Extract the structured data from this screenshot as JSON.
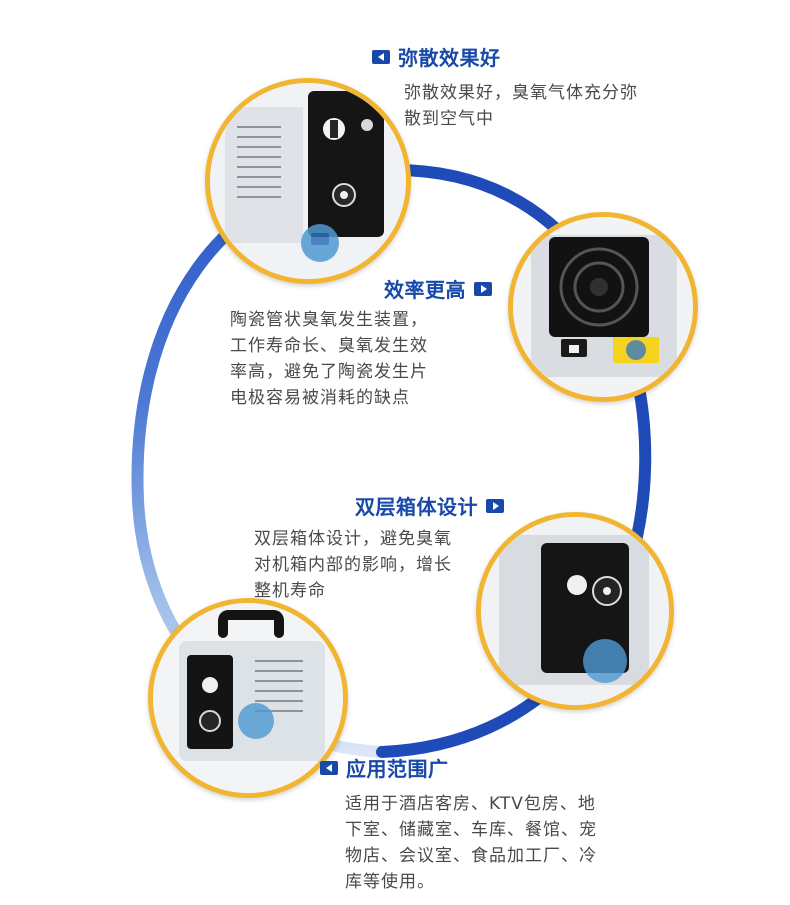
{
  "features": [
    {
      "id": "diffusion",
      "title": "弥散效果好",
      "description": "弥散效果好，臭氧气体充分弥散到空气中",
      "description_lines": [
        "弥散效果好，臭氧气体充分弥",
        "散到空气中"
      ]
    },
    {
      "id": "efficiency",
      "title": "效率更高",
      "description": "陶瓷管状臭氧发生装置，工作寿命长、臭氧发生效率高，避免了陶瓷发生片电极容易被消耗的缺点",
      "description_lines": [
        "陶瓷管状臭氧发生装置，",
        "工作寿命长、臭氧发生效",
        "率高，避免了陶瓷发生片",
        "电极容易被消耗的缺点"
      ]
    },
    {
      "id": "double-layer",
      "title": "双层箱体设计",
      "description": "双层箱体设计，避免臭氧对机箱内部的影响，增长整机寿命",
      "description_lines": [
        "双层箱体设计，避免臭氧",
        "对机箱内部的影响，增长",
        "整机寿命"
      ]
    },
    {
      "id": "application",
      "title": "应用范围广",
      "description": "适用于酒店客房、KTV包房、地下室、储藏室、车库、餐馆、宠物店、会议室、食品加工厂、冷库等使用。",
      "description_lines": [
        "适用于酒店客房、KTV包房、地",
        "下室、储藏室、车库、餐馆、宠",
        "物店、会议室、食品加工厂、冷",
        "库等使用。"
      ]
    }
  ],
  "colors": {
    "title_blue": "#1848a8",
    "ring_blue": "#1f4bb8",
    "photo_border": "#f2b531",
    "text_gray": "#4a4a4a"
  },
  "icons": {
    "left_arrow": "left-arrow-badge-icon",
    "right_arrow": "right-arrow-badge-icon"
  }
}
